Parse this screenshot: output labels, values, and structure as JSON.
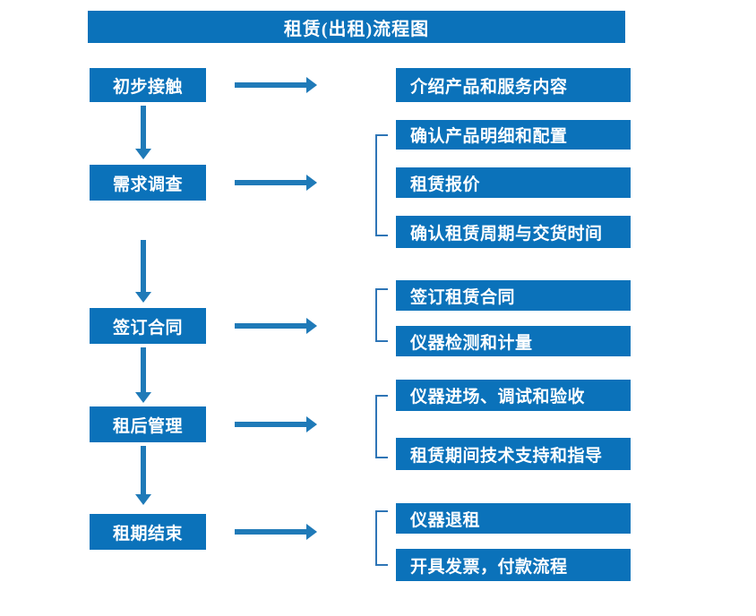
{
  "diagram": {
    "title": "租赁(出租)流程图",
    "colors": {
      "box_fill": "#0b72ba",
      "box_text": "#ffffff",
      "arrow": "#1f7ab8",
      "bracket": "#2e75b6",
      "background": "#ffffff"
    },
    "stages": [
      {
        "label": "初步接触",
        "details": [
          "介绍产品和服务内容"
        ]
      },
      {
        "label": "需求调查",
        "details": [
          "确认产品明细和配置",
          "租赁报价",
          "确认租赁周期与交货时间"
        ]
      },
      {
        "label": "签订合同",
        "details": [
          "签订租赁合同",
          "仪器检测和计量"
        ]
      },
      {
        "label": "租后管理",
        "details": [
          "仪器进场、调试和验收",
          "租赁期间技术支持和指导"
        ]
      },
      {
        "label": "租期结束",
        "details": [
          "仪器退租",
          "开具发票，付款流程"
        ]
      }
    ]
  }
}
